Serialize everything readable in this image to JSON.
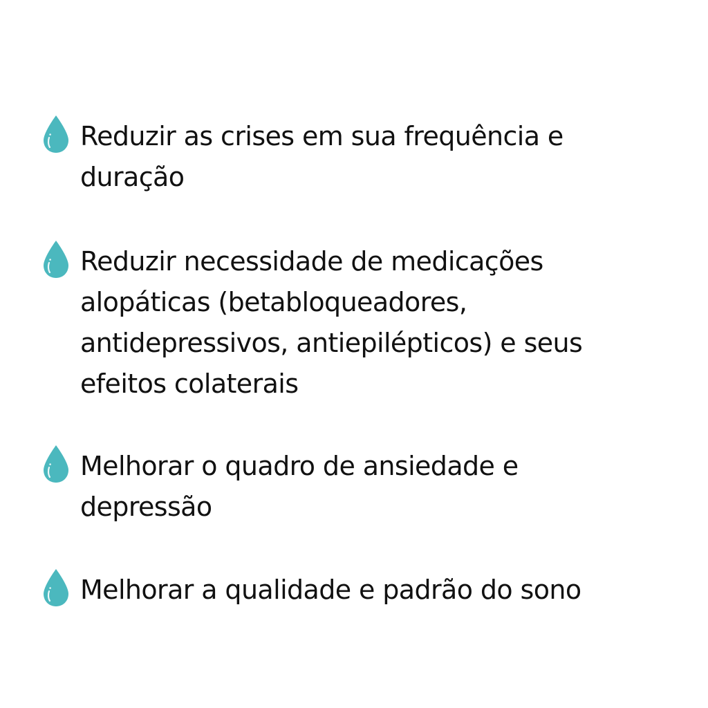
{
  "accent_color": "#4BB8BE",
  "bullet_icon": "water-drop-icon",
  "items": [
    {
      "text": "Reduzir as crises em sua frequência e\nduração"
    },
    {
      "text": "Reduzir necessidade de medicações\nalopáticas (betabloqueadores,\nantidepressivos, antiepilépticos) e seus\nefeitos colaterais"
    },
    {
      "text": "Melhorar o quadro de ansiedade e\ndepressão"
    },
    {
      "text": "Melhorar a qualidade e padrão do sono"
    }
  ]
}
